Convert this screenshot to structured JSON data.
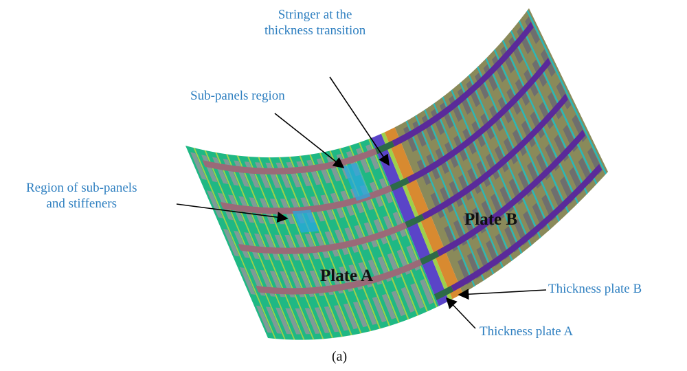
{
  "figure": {
    "caption": "(a)",
    "annotations": {
      "stringer_transition": [
        "Stringer at the",
        "thickness transition"
      ],
      "sub_panels_region": "Sub-panels region",
      "region_sub_panels_stiffeners": [
        "Region of sub-panels",
        "and stiffeners"
      ],
      "thickness_plate_b": "Thickness plate B",
      "thickness_plate_a": "Thickness plate A"
    },
    "plate_labels": {
      "plate_a": "Plate A",
      "plate_b": "Plate B"
    },
    "colors": {
      "label_blue": "#2e7fc0",
      "plate_a_skin": "#7f9a98",
      "plate_a_frame": "#1fb884",
      "plate_a_stiffener": "#9ed04a",
      "plate_a_stringer": "#9a6a78",
      "plate_b_skin": "#6e6e6e",
      "plate_b_frame": "#8a8a5a",
      "plate_b_stiffener": "#2ab8b8",
      "plate_b_stringer": "#5a2a9a",
      "thickness_a": "#5a44c8",
      "thickness_b": "#d88a30",
      "transition_stringer": "#2d6a48",
      "highlight": "#2aa8e0"
    }
  }
}
